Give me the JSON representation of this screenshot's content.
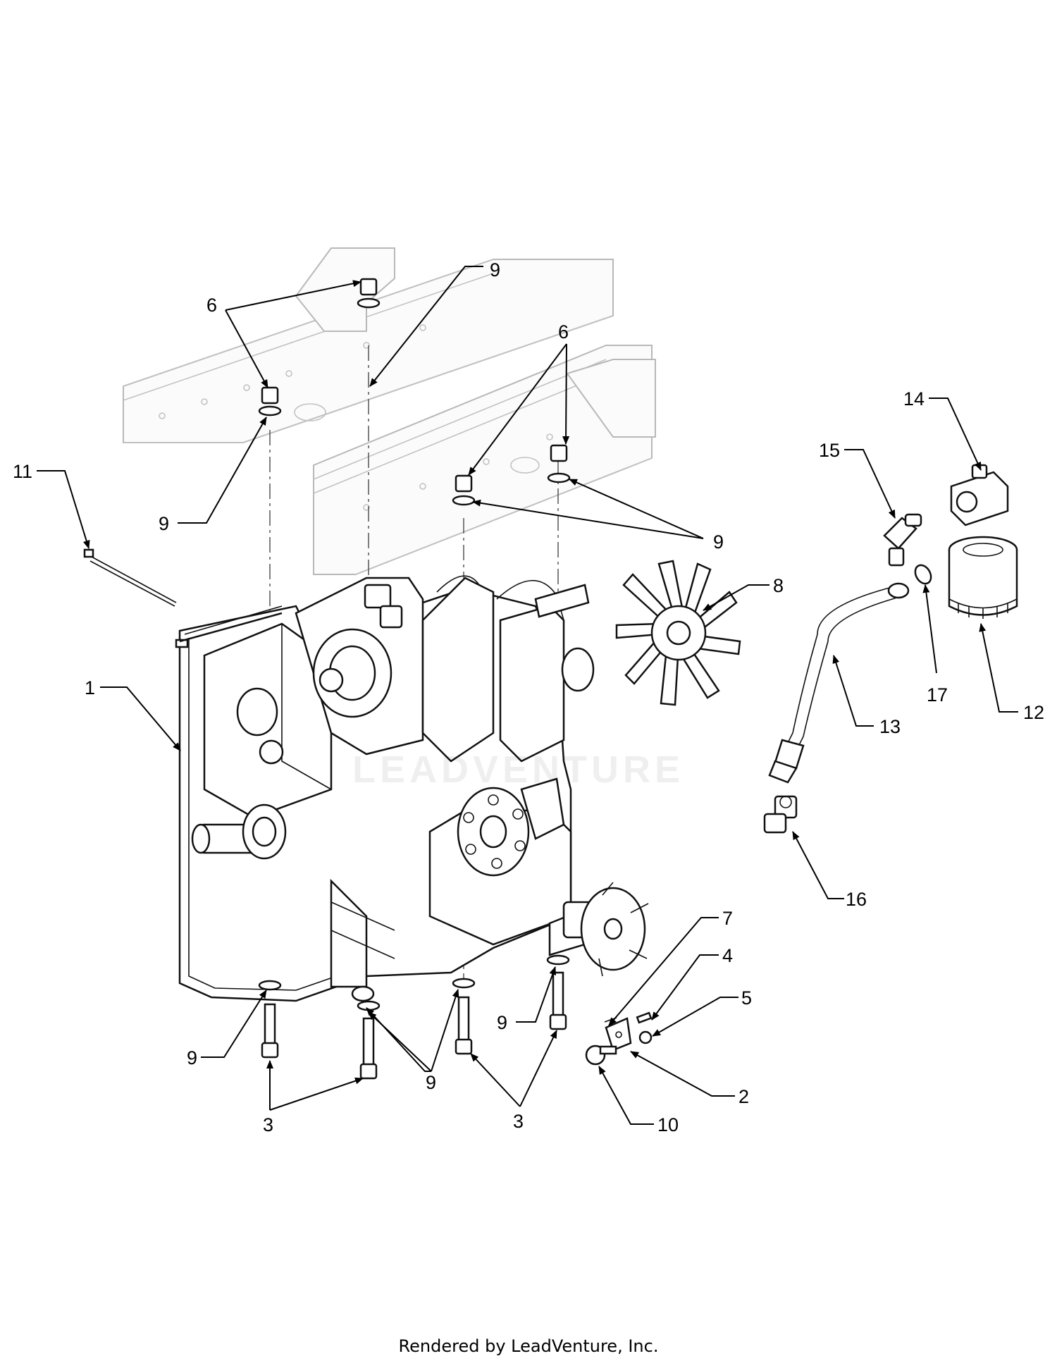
{
  "callouts": {
    "c1": "1",
    "c2": "2",
    "c3a": "3",
    "c3b": "3",
    "c4": "4",
    "c5": "5",
    "c6a": "6",
    "c6b": "6",
    "c7": "7",
    "c8": "8",
    "c9a": "9",
    "c9b": "9",
    "c9c": "9",
    "c9d": "9",
    "c9e": "9",
    "c9f": "9",
    "c10": "10",
    "c11": "11",
    "c12": "12",
    "c13": "13",
    "c14": "14",
    "c15": "15",
    "c16": "16",
    "c17": "17"
  },
  "watermark": "LEADVENTURE",
  "footer": "Rendered by LeadVenture, Inc.",
  "colors": {
    "line": "#000000",
    "frame": "#b8b8b8",
    "background": "#ffffff"
  }
}
